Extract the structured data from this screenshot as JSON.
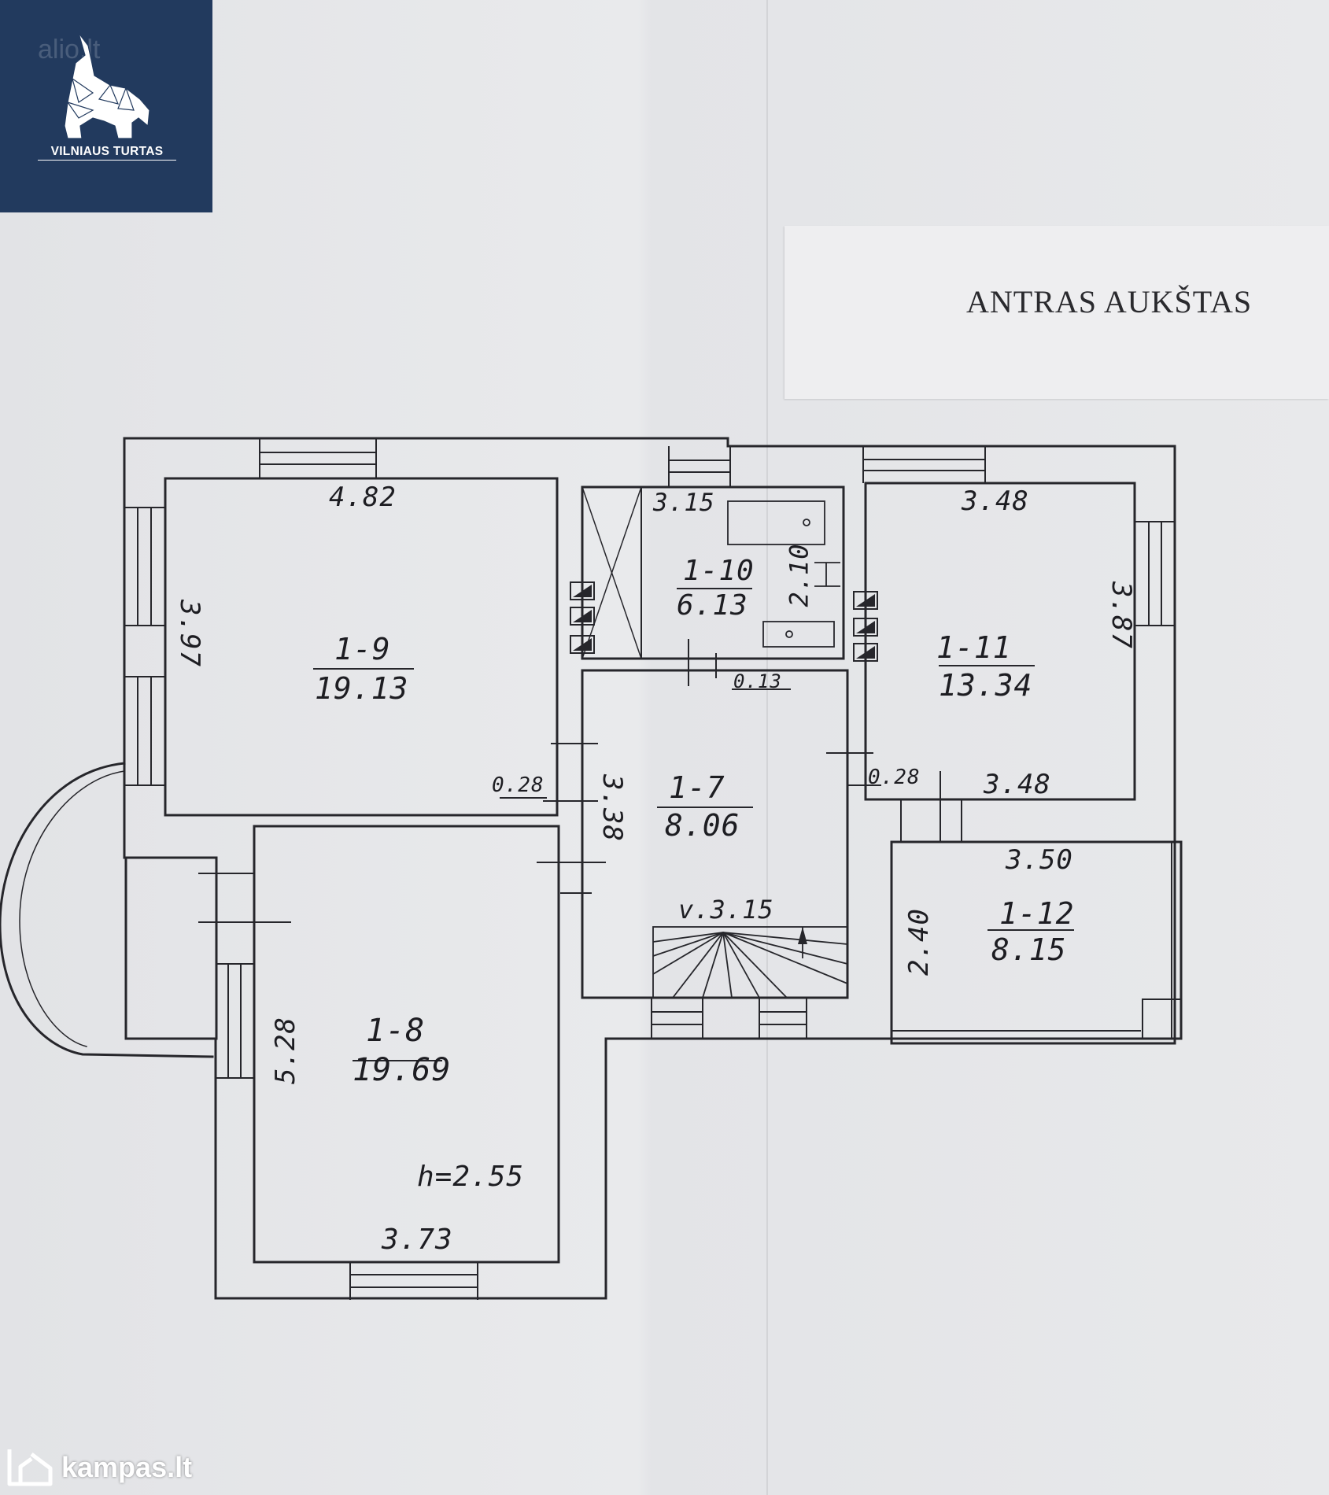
{
  "header": {
    "title": "ANTRAS AUKŠTAS"
  },
  "logo": {
    "name": "VILNIAUS TURTAS",
    "watermark": "alio.lt"
  },
  "footer": {
    "brand": "kampas.lt"
  },
  "rooms": [
    {
      "id": "1-9",
      "area": "19.13"
    },
    {
      "id": "1-10",
      "area": "6.13"
    },
    {
      "id": "1-11",
      "area": "13.34"
    },
    {
      "id": "1-7",
      "area": "8.06"
    },
    {
      "id": "1-12",
      "area": "8.15"
    },
    {
      "id": "1-8",
      "area": "19.69"
    }
  ],
  "dimensions": {
    "room_1_9_width": "4.82",
    "room_1_9_depth": "3.97",
    "room_1_10_width": "3.15",
    "room_1_10_depth": "2.10",
    "room_1_10_gap": "0.13",
    "room_1_11_width_top": "3.48",
    "room_1_11_depth": "3.87",
    "room_1_11_width_bottom": "3.48",
    "wall_left": "0.28",
    "wall_right": "0.28",
    "room_1_7_depth": "3.38",
    "stair": "v.3.15",
    "room_1_12_width": "3.50",
    "room_1_12_depth": "2.40",
    "room_1_8_depth": "5.28",
    "room_1_8_width": "3.73",
    "ceiling_height": "h=2.55"
  }
}
